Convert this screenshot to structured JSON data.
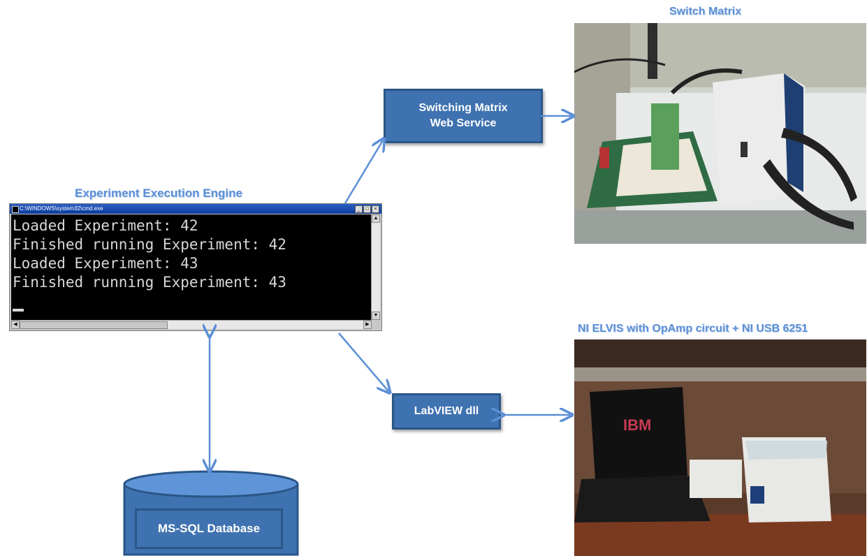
{
  "labels": {
    "engine": "Experiment Execution Engine",
    "switch_matrix": "Switch Matrix",
    "elvis": "NI ELVIS with OpAmp circuit + NI USB 6251"
  },
  "boxes": {
    "web_service_line1": "Switching Matrix",
    "web_service_line2": "Web Service",
    "labview": "LabVIEW dll",
    "database": "MS-SQL Database"
  },
  "console": {
    "title": "C:\\WINDOWS\\system32\\cmd.exe",
    "lines": [
      "Loaded Experiment: 42",
      "Finished running Experiment: 42",
      "Loaded Experiment: 43",
      "Finished running Experiment: 43"
    ]
  },
  "laptop_logo": "IBM",
  "colors": {
    "box_fill": "#3f72b0",
    "box_border": "#2b5687",
    "label_text": "#5b8fd6",
    "arrow": "#5b8fd6"
  }
}
